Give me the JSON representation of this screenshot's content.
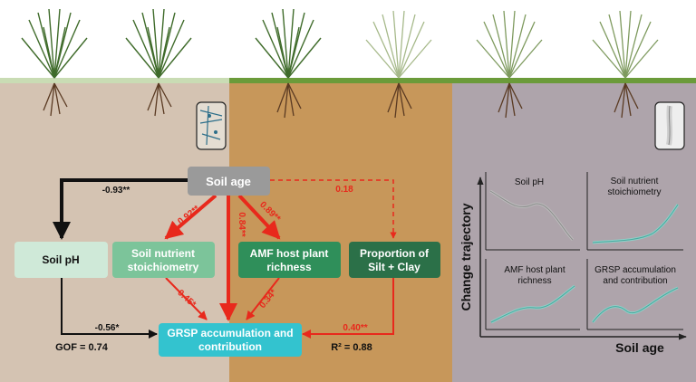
{
  "nodes": {
    "soil_age": "Soil age",
    "soil_ph": "Soil pH",
    "nutrient_line1": "Soil nutrient",
    "nutrient_line2": "stoichiometry",
    "amf_line1": "AMF host plant",
    "amf_line2": "richness",
    "silt_line1": "Proportion of",
    "silt_line2": "Silt + Clay",
    "grsp_line1": "GRSP accumulation and",
    "grsp_line2": "contribution"
  },
  "paths": {
    "age_ph": "-0.93**",
    "age_silt": "0.18",
    "age_nutrient": "0.92**",
    "age_grsp": "0.84**",
    "age_amf": "0.89**",
    "nutrient_grsp": "0.45*",
    "amf_grsp": "0.34*",
    "ph_grsp": "-0.56*",
    "silt_grsp": "0.40**"
  },
  "fit": {
    "gof": "GOF = 0.74",
    "r2": "R² = 0.88"
  },
  "trajectory": {
    "ylabel": "Change trajectory",
    "xlabel": "Soil age",
    "panels": [
      {
        "line1": "Soil pH",
        "line2": ""
      },
      {
        "line1": "Soil nutrient",
        "line2": "stoichiometry"
      },
      {
        "line1": "AMF host plant",
        "line2": "richness"
      },
      {
        "line1": "GRSP accumulation",
        "line2": "and contribution"
      }
    ]
  },
  "colors": {
    "positive_path": "#e8291c",
    "negative_path": "#111111",
    "zone_left": "#d4c3b2",
    "zone_mid": "#c7975a",
    "zone_right": "#aea4ab",
    "grass": "#6b9b3a",
    "age_box": "#9a9a9a",
    "ph_box": "#cfe9d8",
    "nutrient_box": "#7cc49a",
    "amf_box": "#2f8f5a",
    "silt_box": "#2b7048",
    "grsp_box": "#33c3cf",
    "curve": "#4aa89e"
  }
}
